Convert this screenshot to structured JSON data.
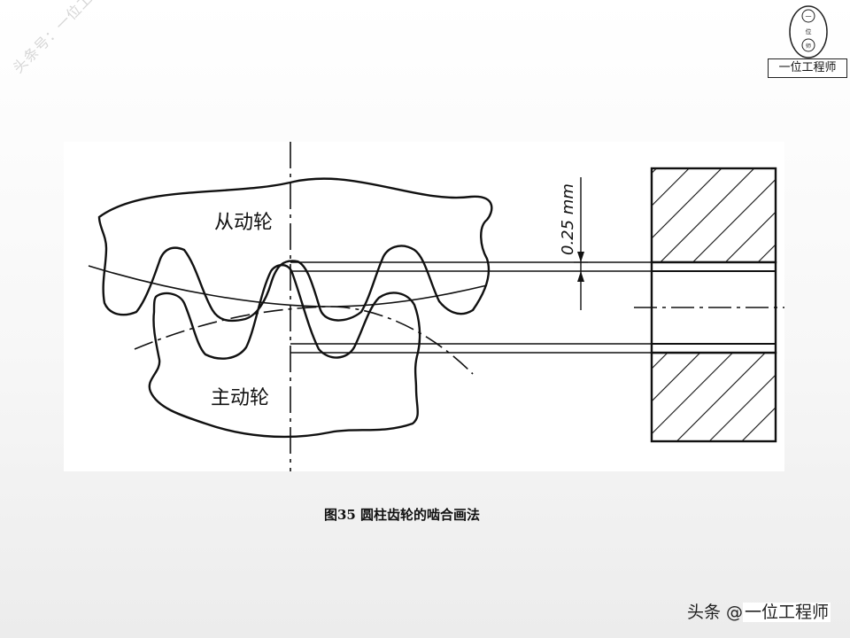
{
  "watermark": {
    "text": "头条号：一位工程师"
  },
  "logo": {
    "label": "一位工程师",
    "seal_chars": [
      "一",
      "位",
      "师"
    ]
  },
  "figure": {
    "driven_gear_label": "从动轮",
    "driving_gear_label": "主动轮",
    "clearance_label": "0.25 mm"
  },
  "caption": {
    "text": "图35 圆柱齿轮的啮合画法"
  },
  "footer": {
    "prefix": "头条 @",
    "brand": "一位工程师"
  }
}
